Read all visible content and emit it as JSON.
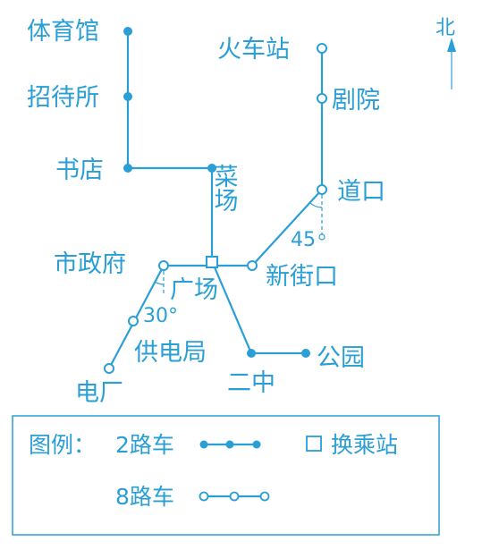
{
  "stations": {
    "tiyuguan": "体育馆",
    "zhaodaisuo": "招待所",
    "shudian": "书店",
    "caichang": "菜场",
    "huochezhan": "火车站",
    "juyuan": "剧院",
    "daokou": "道口",
    "xinjiekou": "新街口",
    "shizhengfu": "市政府",
    "guangchang": "广场",
    "gongdianju": "供电局",
    "dianchang": "电厂",
    "erzhong": "二中",
    "gongyuan": "公园"
  },
  "north_label": "北",
  "angles": {
    "daokou_angle": "45",
    "guangchang_angle": "30°"
  },
  "legend": {
    "title": "图例：",
    "route2_label": "2路车",
    "route8_label": "8路车",
    "transfer_label": "换乘站"
  },
  "colors": {
    "ink": "#2a9fd6",
    "background": "#ffffff"
  }
}
